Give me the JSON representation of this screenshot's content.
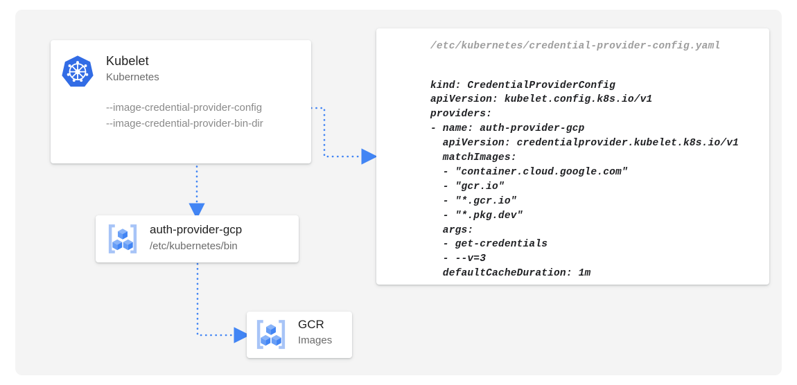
{
  "canvas": {
    "background_color": "#f4f4f4",
    "accent_color": "#4285f4"
  },
  "nodes": {
    "kubelet": {
      "icon": "kubernetes-logo-icon",
      "title": "Kubelet",
      "subtitle": "Kubernetes",
      "flags": [
        "--image-credential-provider-config",
        "--image-credential-provider-bin-dir"
      ]
    },
    "auth_provider": {
      "icon": "container-registry-icon",
      "title": "auth-provider-gcp",
      "subtitle": "/etc/kubernetes/bin"
    },
    "gcr": {
      "icon": "container-registry-icon",
      "title": "GCR",
      "subtitle": "Images"
    }
  },
  "code_card": {
    "filename": "/etc/kubernetes/credential-provider-config.yaml",
    "lines": [
      "kind: CredentialProviderConfig",
      "apiVersion: kubelet.config.k8s.io/v1",
      "providers:",
      "- name: auth-provider-gcp",
      "  apiVersion: credentialprovider.kubelet.k8s.io/v1",
      "  matchImages:",
      "  - \"container.cloud.google.com\"",
      "  - \"gcr.io\"",
      "  - \"*.gcr.io\"",
      "  - \"*.pkg.dev\"",
      "  args:",
      "  - get-credentials",
      "  - --v=3",
      "  defaultCacheDuration: 1m"
    ]
  },
  "connectors": [
    {
      "name": "kubelet-to-config",
      "from": "kubelet",
      "to": "code-card"
    },
    {
      "name": "kubelet-to-auth-provider",
      "from": "kubelet",
      "to": "auth_provider"
    },
    {
      "name": "auth-provider-to-gcr",
      "from": "auth_provider",
      "to": "gcr"
    }
  ]
}
